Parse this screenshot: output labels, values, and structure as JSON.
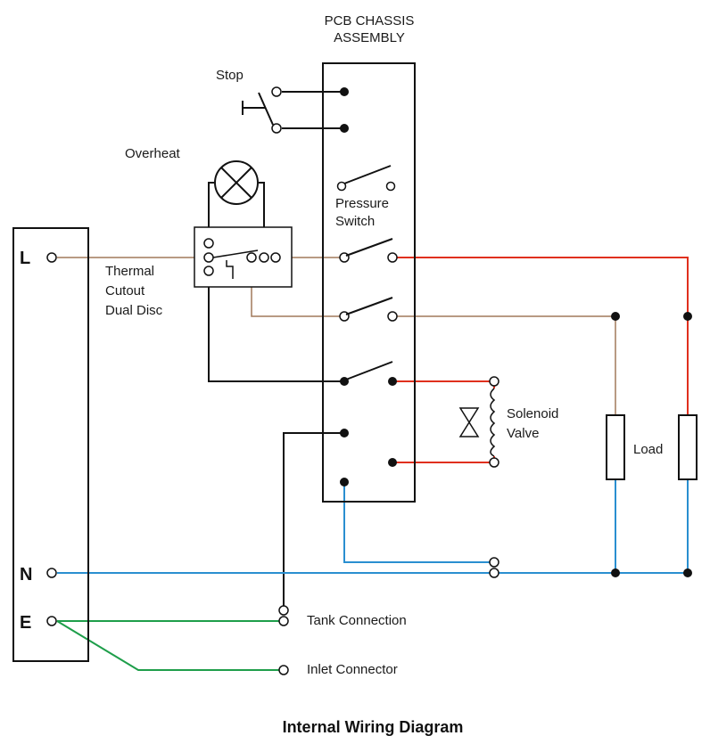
{
  "title": "Internal Wiring Diagram",
  "pcb_label_line1": "PCB CHASSIS",
  "pcb_label_line2": "ASSEMBLY",
  "terminals": {
    "live": "L",
    "neutral": "N",
    "earth": "E"
  },
  "components": {
    "stop": "Stop",
    "overheat": "Overheat",
    "pressure_switch_line1": "Pressure",
    "pressure_switch_line2": "Switch",
    "thermal_cutout_line1": "Thermal",
    "thermal_cutout_line2": "Cutout",
    "thermal_cutout_line3": "Dual Disc",
    "solenoid_line1": "Solenoid",
    "solenoid_line2": "Valve",
    "load": "Load",
    "tank_connection": "Tank  Connection",
    "inlet_connector": "Inlet  Connector"
  },
  "wire_colors": {
    "live_brown": "#a0785a",
    "switched_red": "#e0301e",
    "neutral_blue": "#2a8fd0",
    "earth_green": "#1e9e4a",
    "control_black": "#111111"
  }
}
